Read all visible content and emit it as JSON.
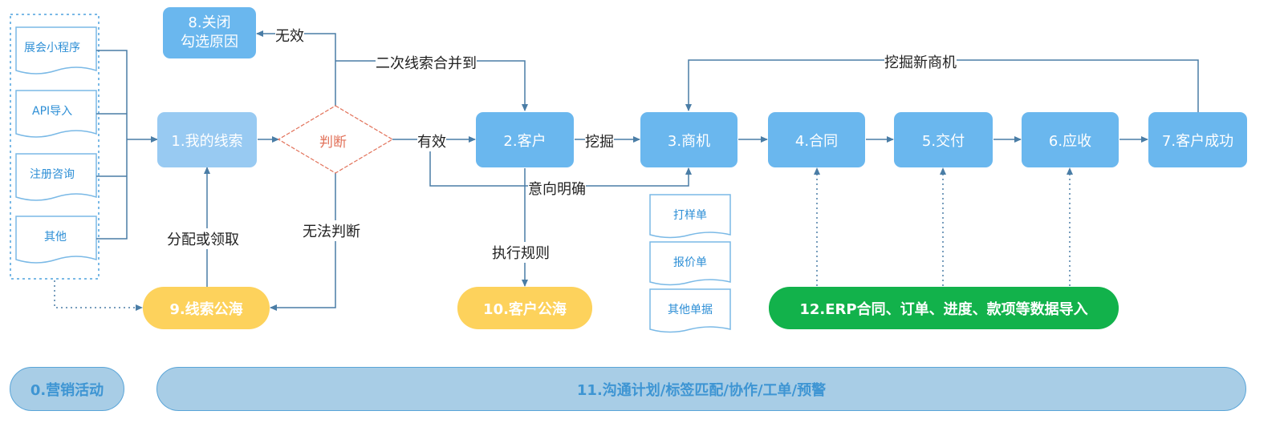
{
  "sources": [
    "展会小程序",
    "API导入",
    "注册咨询",
    "其他"
  ],
  "nodes": {
    "close": "8.关闭\n勾选原因",
    "leads": "1.我的线索",
    "judge": "判断",
    "customer": "2.客户",
    "opportunity": "3.商机",
    "contract": "4.合同",
    "delivery": "5.交付",
    "receivable": "6.应收",
    "success": "7.客户成功",
    "lead_pool": "9.线索公海",
    "customer_pool": "10.客户公海",
    "erp": "12.ERP合同、订单、进度、款项等数据导入",
    "marketing": "0.营销活动",
    "communication": "11.沟通计划/标签匹配/协作/工单/预警"
  },
  "edge_labels": {
    "invalid": "无效",
    "merge": "二次线索合并到",
    "valid": "有效",
    "mine": "挖掘",
    "intent": "意向明确",
    "unable": "无法判断",
    "assign": "分配或领取",
    "rule": "执行规则",
    "new_opp": "挖掘新商机"
  },
  "documents": [
    "打样单",
    "报价单",
    "其他单据"
  ],
  "colors": {
    "primary": "#6ab7ee",
    "light": "#98caf2",
    "yellow": "#fdd25c",
    "green": "#12b24b",
    "line": "#4a7da6"
  }
}
